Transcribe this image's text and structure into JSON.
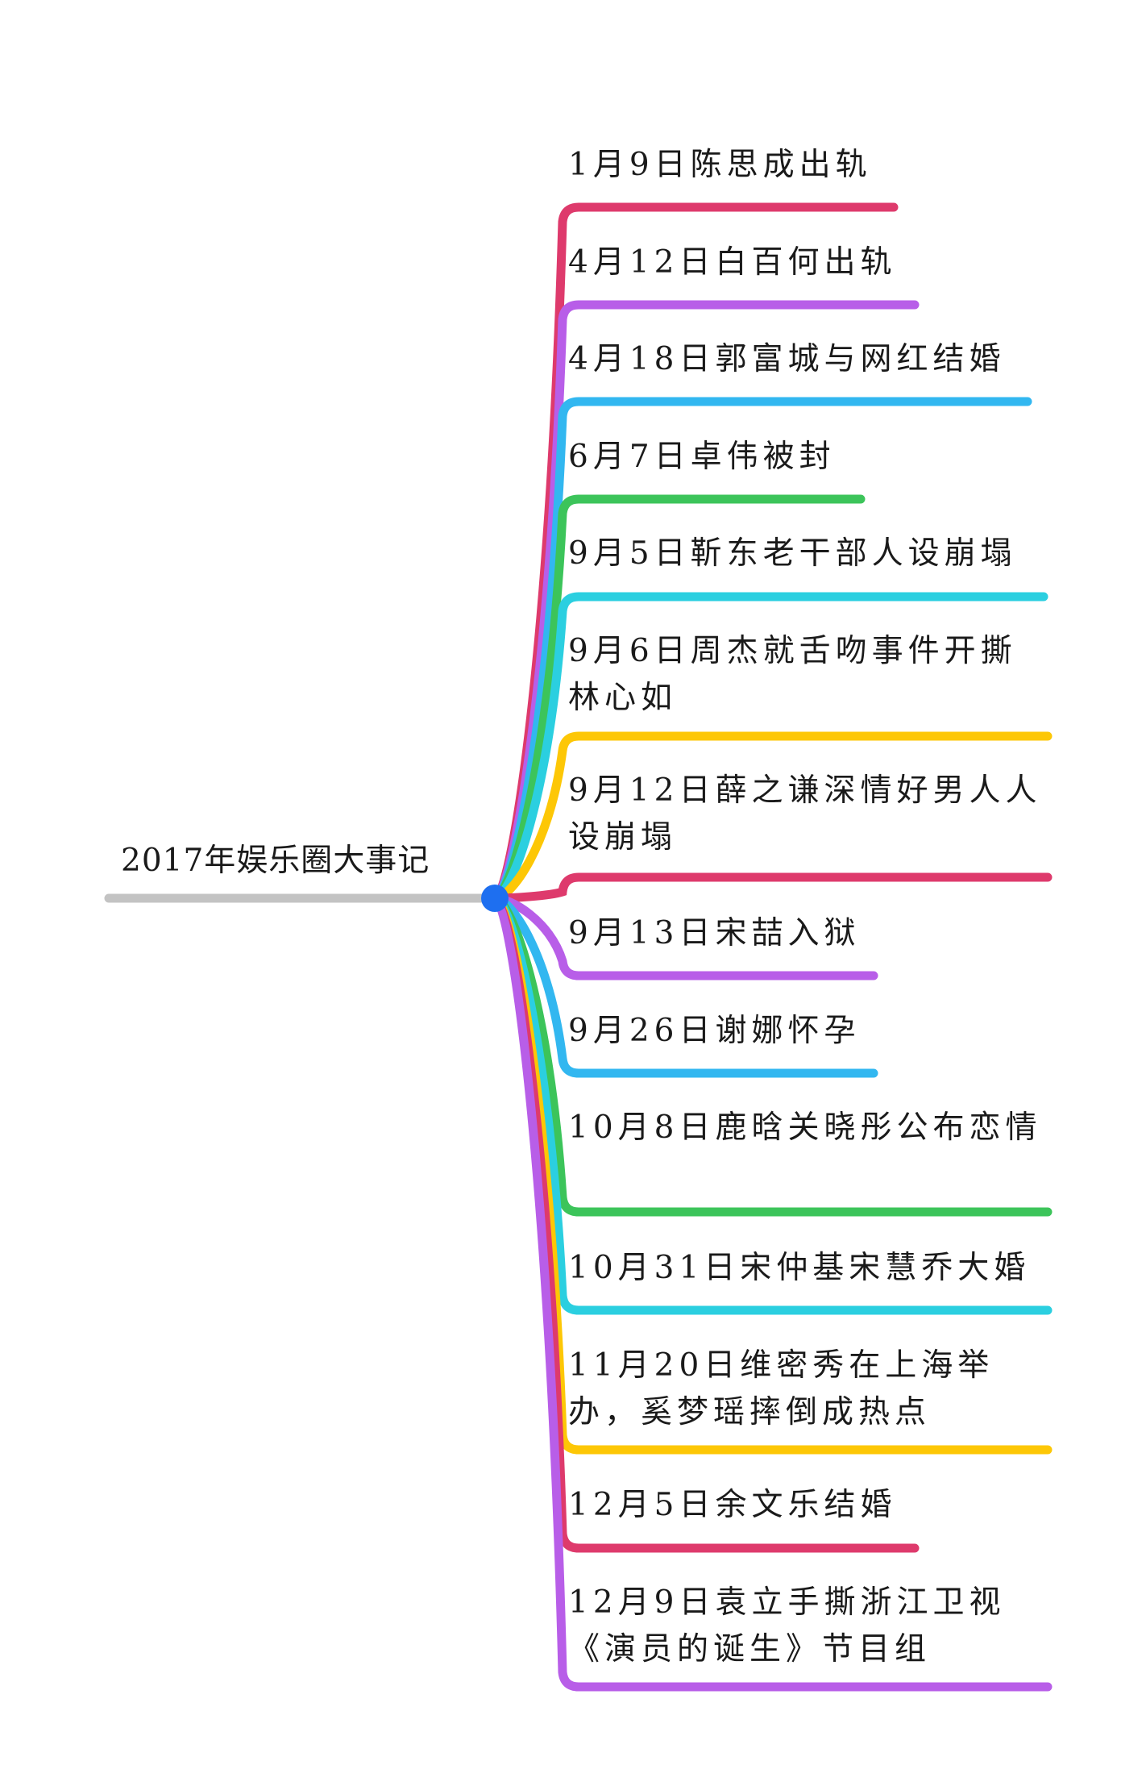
{
  "root": {
    "label": "2017年娱乐圈大事记",
    "line_color": "#c3c3c3",
    "node_color": "#1e6ff0"
  },
  "branches": [
    {
      "label": "1月9日陈思成出轨",
      "color": "#de3a6c"
    },
    {
      "label": "4月12日白百何出轨",
      "color": "#b85ee8"
    },
    {
      "label": "4月18日郭富城与网红结婚",
      "color": "#32b7f0"
    },
    {
      "label": "6月7日卓伟被封",
      "color": "#3cc45a"
    },
    {
      "label": "9月5日靳东老干部人设崩塌",
      "color": "#2bcfe0"
    },
    {
      "label": "9月6日周杰就舌吻事件开撕林心如",
      "color": "#fdc706"
    },
    {
      "label": "9月12日薛之谦深情好男人人设崩塌",
      "color": "#de3a6c"
    },
    {
      "label": "9月13日宋喆入狱",
      "color": "#b85ee8"
    },
    {
      "label": "9月26日谢娜怀孕",
      "color": "#32b7f0"
    },
    {
      "label": "10月8日鹿晗关晓彤公布恋情",
      "color": "#3cc45a"
    },
    {
      "label": "10月31日宋仲基宋慧乔大婚",
      "color": "#2bcfe0"
    },
    {
      "label": "11月20日维密秀在上海举办，奚梦瑶摔倒成热点",
      "color": "#fdc706"
    },
    {
      "label": "12月5日余文乐结婚",
      "color": "#de3a6c"
    },
    {
      "label": "12月9日袁立手撕浙江卫视《演员的诞生》节目组",
      "color": "#b85ee8"
    }
  ]
}
